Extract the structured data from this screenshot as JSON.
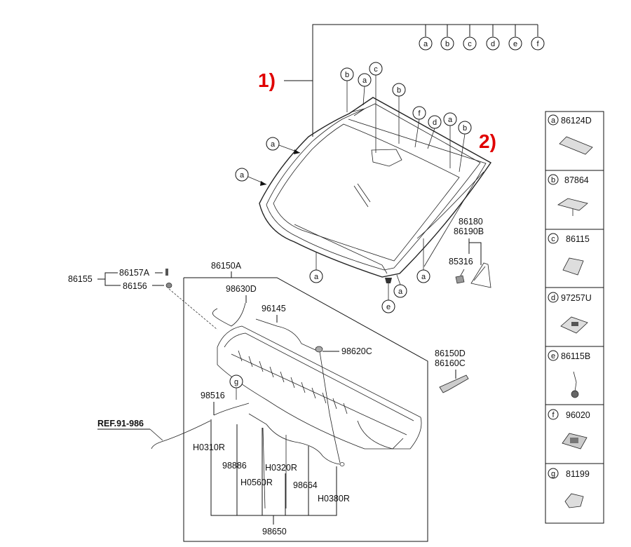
{
  "markers": {
    "m1": "1)",
    "m2": "2)",
    "color": "#e00000"
  },
  "top_letters": [
    "a",
    "b",
    "c",
    "d",
    "e",
    "f"
  ],
  "callouts": {
    "a1": "a",
    "a2": "a",
    "a3": "a",
    "a4": "a",
    "a5": "a",
    "a6": "a",
    "a7": "a",
    "b1": "b",
    "b2": "b",
    "b3": "b",
    "c1": "c",
    "d1": "d",
    "e1": "e",
    "f1": "f",
    "g1": "g"
  },
  "parts": {
    "p86155": "86155",
    "p86157A": "86157A",
    "p86156": "86156",
    "p86150A": "86150A",
    "p98630D": "98630D",
    "p96145": "96145",
    "p98620C": "98620C",
    "p86180": "86180",
    "p86190B": "86190B",
    "p85316": "85316",
    "p86150D": "86150D",
    "p86160C": "86160C",
    "p98516": "98516",
    "ref": "REF.91-986",
    "pH0310R": "H0310R",
    "p98886": "98886",
    "pH0560R": "H0560R",
    "pH0320R": "H0320R",
    "p98664": "98664",
    "pH0380R": "H0380R",
    "p98650": "98650"
  },
  "legend": [
    {
      "letter": "a",
      "part": "86124D"
    },
    {
      "letter": "b",
      "part": "87864"
    },
    {
      "letter": "c",
      "part": "86115"
    },
    {
      "letter": "d",
      "part": "97257U"
    },
    {
      "letter": "e",
      "part": "86115B"
    },
    {
      "letter": "f",
      "part": "96020"
    },
    {
      "letter": "g",
      "part": "81199"
    }
  ]
}
